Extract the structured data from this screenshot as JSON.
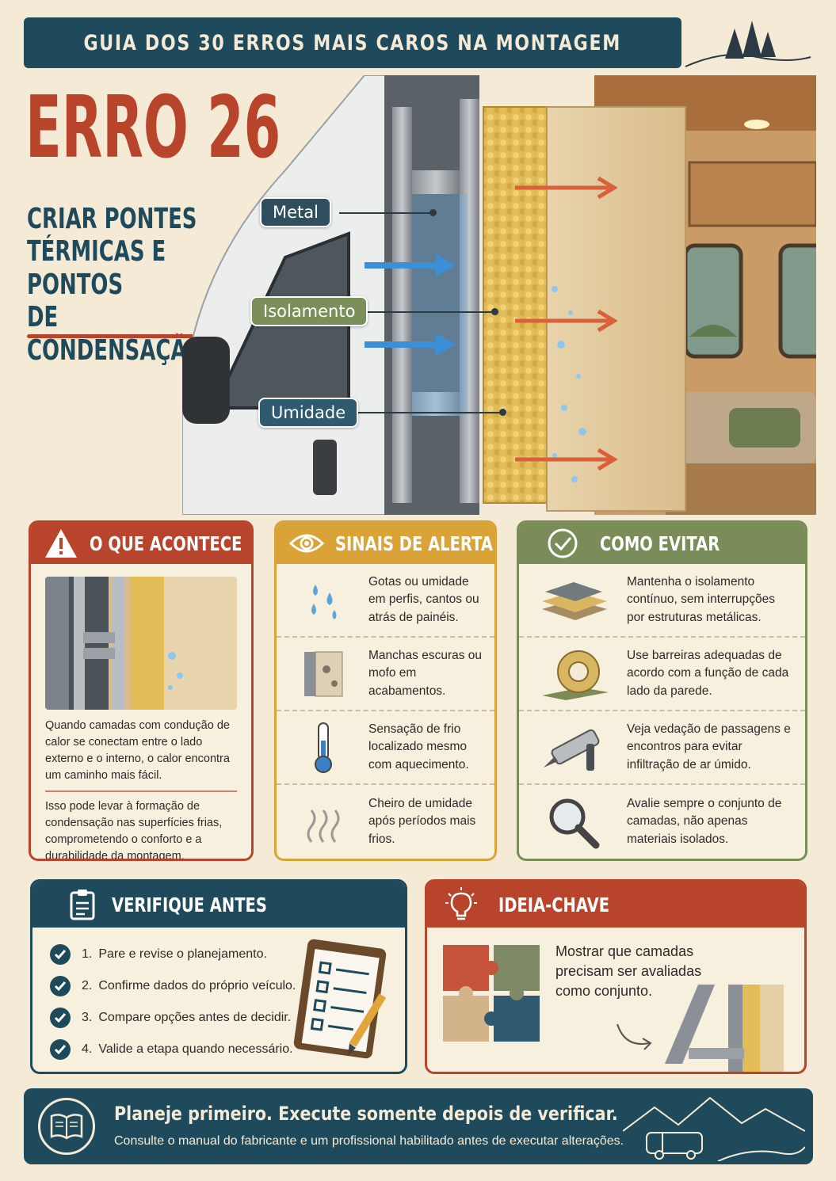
{
  "banner": {
    "title": "GUIA DOS 30 ERROS MAIS CAROS NA MONTAGEM"
  },
  "hero": {
    "title": "ERRO 26",
    "subtitle": "CRIAR PONTES\nTÉRMICAS E PONTOS\nDE CONDENSAÇÃO",
    "tags": {
      "metal": "Metal",
      "isolamento": "Isolamento",
      "umidade": "Umidade"
    }
  },
  "what": {
    "title": "O QUE ACONTECE",
    "p1": "Quando camadas com condução de calor se conectam entre o lado externo e o interno, o calor encontra um caminho mais fácil.",
    "p2": "Isso pode levar à formação de condensação nas superfícies frias, comprometendo o conforto e a durabilidade da montagem."
  },
  "signs": {
    "title": "SINAIS DE ALERTA",
    "items": [
      {
        "icon": "water-drops-icon",
        "text": "Gotas ou umidade em perfis, cantos ou atrás de painéis."
      },
      {
        "icon": "stained-panel-icon",
        "text": "Manchas escuras ou mofo em acabamentos."
      },
      {
        "icon": "thermometer-icon",
        "text": "Sensação de frio localizado mesmo com aquecimento."
      },
      {
        "icon": "odor-icon",
        "text": "Cheiro de umidade após períodos mais frios."
      }
    ]
  },
  "avoid": {
    "title": "COMO EVITAR",
    "items": [
      {
        "icon": "insulation-layers-icon",
        "text": "Mantenha o isolamento contínuo, sem interrupções por estruturas metálicas."
      },
      {
        "icon": "tape-roll-icon",
        "text": "Use barreiras adequadas de acordo com a função de cada lado da parede."
      },
      {
        "icon": "caulk-gun-icon",
        "text": "Veja vedação de passagens e encontros para evitar infiltração de ar úmido."
      },
      {
        "icon": "magnifier-icon",
        "text": "Avalie sempre o conjunto de camadas, não apenas materiais isolados."
      }
    ]
  },
  "check": {
    "title": "VERIFIQUE ANTES",
    "items": [
      {
        "num": "1.",
        "text": "Pare e revise o planejamento."
      },
      {
        "num": "2.",
        "text": "Confirme dados do próprio veículo."
      },
      {
        "num": "3.",
        "text": "Compare opções antes de decidir."
      },
      {
        "num": "4.",
        "text": "Valide a etapa quando necessário."
      }
    ]
  },
  "idea": {
    "title": "IDEIA-CHAVE",
    "text": "Mostrar que camadas precisam ser avaliadas como conjunto."
  },
  "footer": {
    "main": "Planeje primeiro. Execute somente depois de verificar.",
    "sub": "Consulte o manual do fabricante e um profissional habilitado antes de executar alterações."
  },
  "colors": {
    "navy": "#1f4a5c",
    "rust": "#b8452b",
    "mustard": "#d9a338",
    "olive": "#7a8c57",
    "paper": "#f4ead6"
  }
}
